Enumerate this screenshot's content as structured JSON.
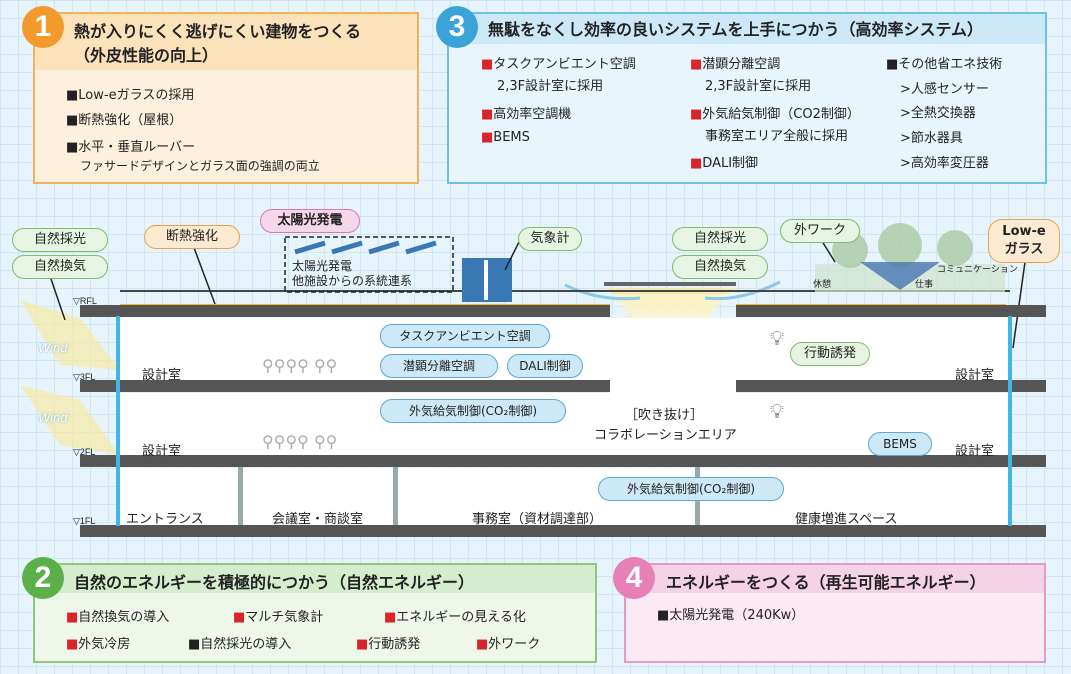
{
  "panel1": {
    "number": "1",
    "title": "熱が入りにくく逃げにくい建物をつくる",
    "title2": "（外皮性能の向上）",
    "items": [
      "Low-eガラスの採用",
      "断熱強化（屋根）",
      "水平・垂直ルーバー"
    ],
    "sub": "ファサードデザインとガラス面の強調の両立",
    "color": "#f39a2c"
  },
  "panel3": {
    "number": "3",
    "title": "無駄をなくし効率の良いシステムを上手につかう（高効率システム）",
    "col1": [
      {
        "label": "タスクアンビエント空調",
        "sub": "2,3F設計室に採用"
      },
      {
        "label": "高効率空調機"
      },
      {
        "label": "BEMS"
      }
    ],
    "col2": [
      {
        "label": "潜顕分離空調",
        "sub": "2,3F設計室に採用"
      },
      {
        "label": "外気給気制御（CO2制御）",
        "sub": "事務室エリア全般に採用"
      },
      {
        "label": "DALI制御"
      }
    ],
    "col3_title": "その他省エネ技術",
    "col3": [
      ">人感センサー",
      ">全熱交換器",
      ">節水器具",
      ">高効率変圧器"
    ],
    "color": "#3aa3d8"
  },
  "panel2": {
    "number": "2",
    "title": "自然のエネルギーを積極的につかう（自然エネルギー）",
    "row1": [
      {
        "label": "自然換気の導入",
        "mark": "red"
      },
      {
        "label": "マルチ気象計",
        "mark": "red"
      },
      {
        "label": "エネルギーの見える化",
        "mark": "red"
      }
    ],
    "row2": [
      {
        "label": "外気冷房",
        "mark": "red"
      },
      {
        "label": "自然採光の導入",
        "mark": "black"
      },
      {
        "label": "行動誘発",
        "mark": "red"
      },
      {
        "label": "外ワーク",
        "mark": "red"
      }
    ],
    "color": "#5bb04a"
  },
  "panel4": {
    "number": "4",
    "title": "エネルギーをつくる（再生可能エネルギー）",
    "item": "太陽光発電（240Kw）",
    "color": "#e680b7"
  },
  "diagram": {
    "labels": {
      "natural_light_l": "自然採光",
      "natural_vent_l": "自然換気",
      "insulation": "断熱強化",
      "solar": "太陽光発電",
      "solar_note1": "太陽光発電",
      "solar_note2": "他施設からの系統連系",
      "weather": "気象計",
      "natural_light_r": "自然採光",
      "natural_vent_r": "自然換気",
      "outwork": "外ワーク",
      "lowe1": "Low-e",
      "lowe2": "ガラス",
      "rest": "休憩",
      "work": "仕事",
      "comm": "コミュニケーション"
    },
    "bubbles": {
      "task": "タスクアンビエント空調",
      "latent": "潜顕分離空調",
      "dali": "DALI制御",
      "oa2": "外気給気制御(CO₂制御)",
      "oa1": "外気給気制御(CO₂制御)",
      "behavior": "行動誘発",
      "bems": "BEMS"
    },
    "floors": [
      "▽RFL",
      "▽3FL",
      "▽2FL",
      "▽1FL"
    ],
    "rooms": {
      "design3_l": "設計室",
      "design3_r": "設計室",
      "design2_l": "設計室",
      "design2_r": "設計室",
      "atrium1": "［吹き抜け］",
      "atrium2": "コラボレーションエリア",
      "entrance": "エントランス",
      "meeting": "会議室・商談室",
      "office": "事務室（資材調達部）",
      "health": "健康増進スペース"
    },
    "wind": [
      "Wind",
      "Wind"
    ]
  }
}
